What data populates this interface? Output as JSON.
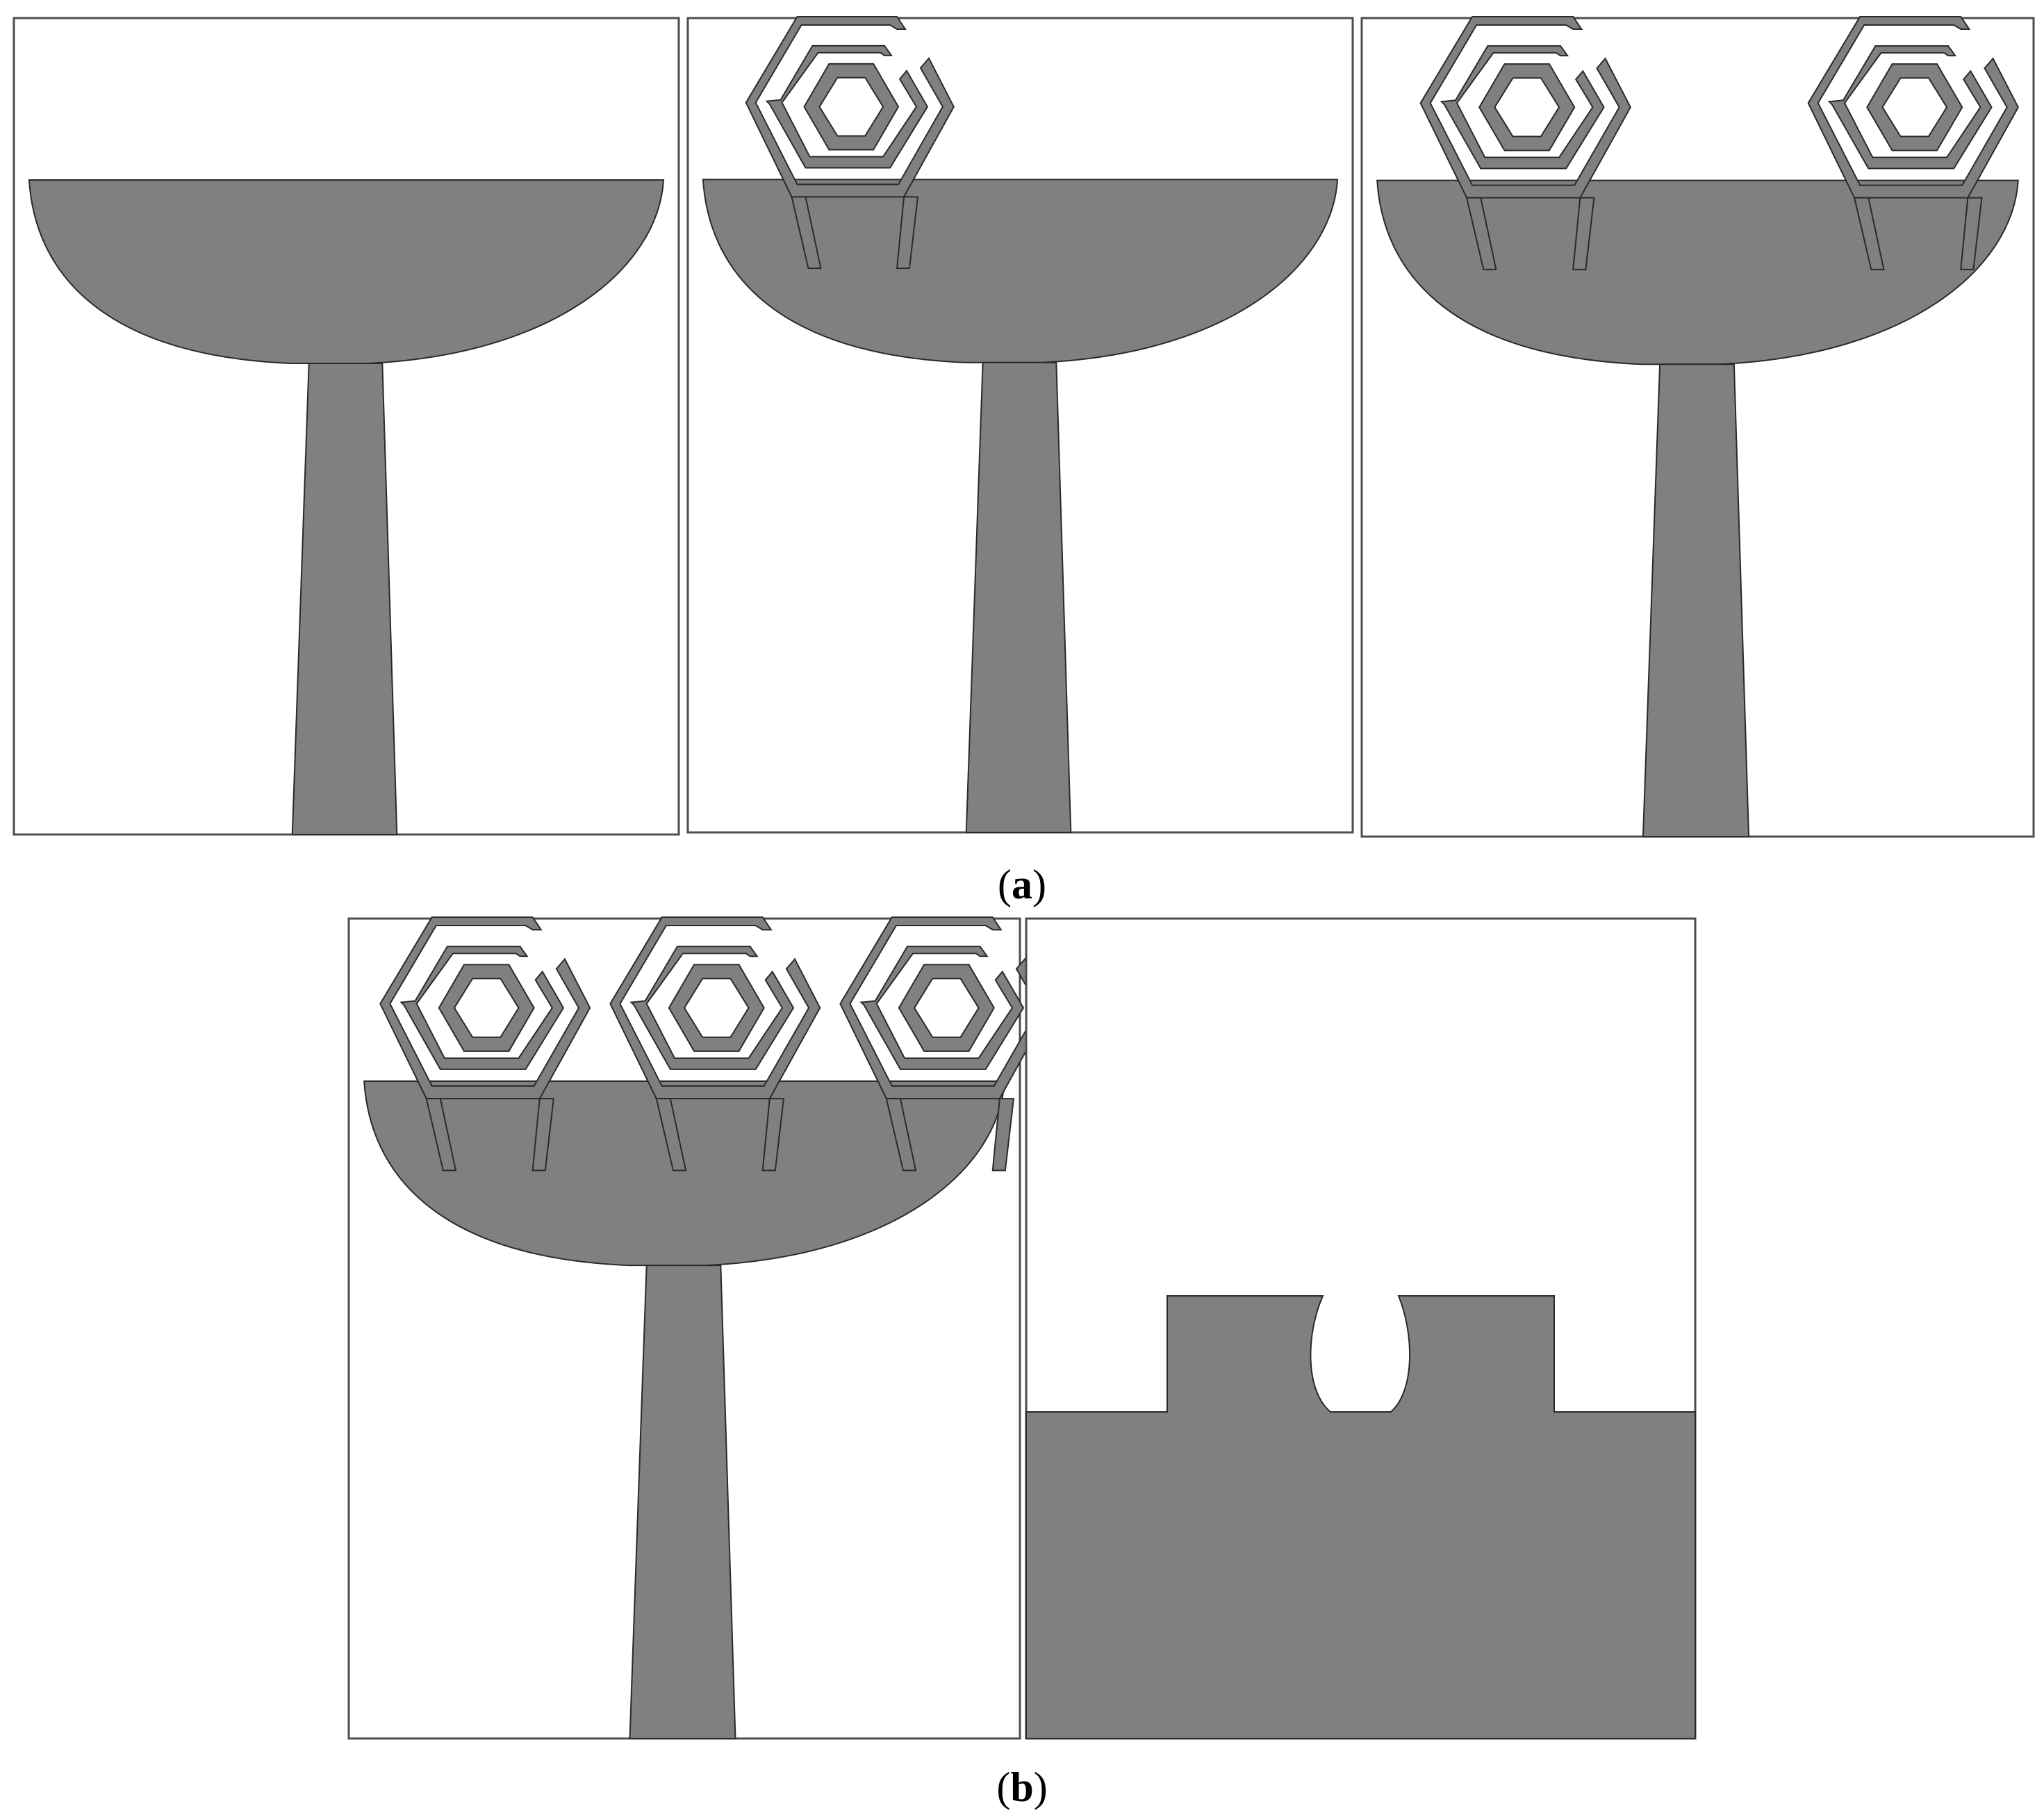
{
  "figure": {
    "colors": {
      "metal": "#808080",
      "outline": "#2a2a2a",
      "frame": "#4d4d4d",
      "background": "#ffffff"
    },
    "rows": [
      {
        "caption_letter": "a",
        "panels": [
          {
            "kind": "antenna",
            "srr_count": 0
          },
          {
            "kind": "antenna",
            "srr_count": 1
          },
          {
            "kind": "antenna",
            "srr_count": 2
          }
        ]
      },
      {
        "caption_letter": "b",
        "panels": [
          {
            "kind": "antenna",
            "srr_count": 3
          },
          {
            "kind": "ground",
            "srr_count": 0
          }
        ]
      }
    ]
  }
}
